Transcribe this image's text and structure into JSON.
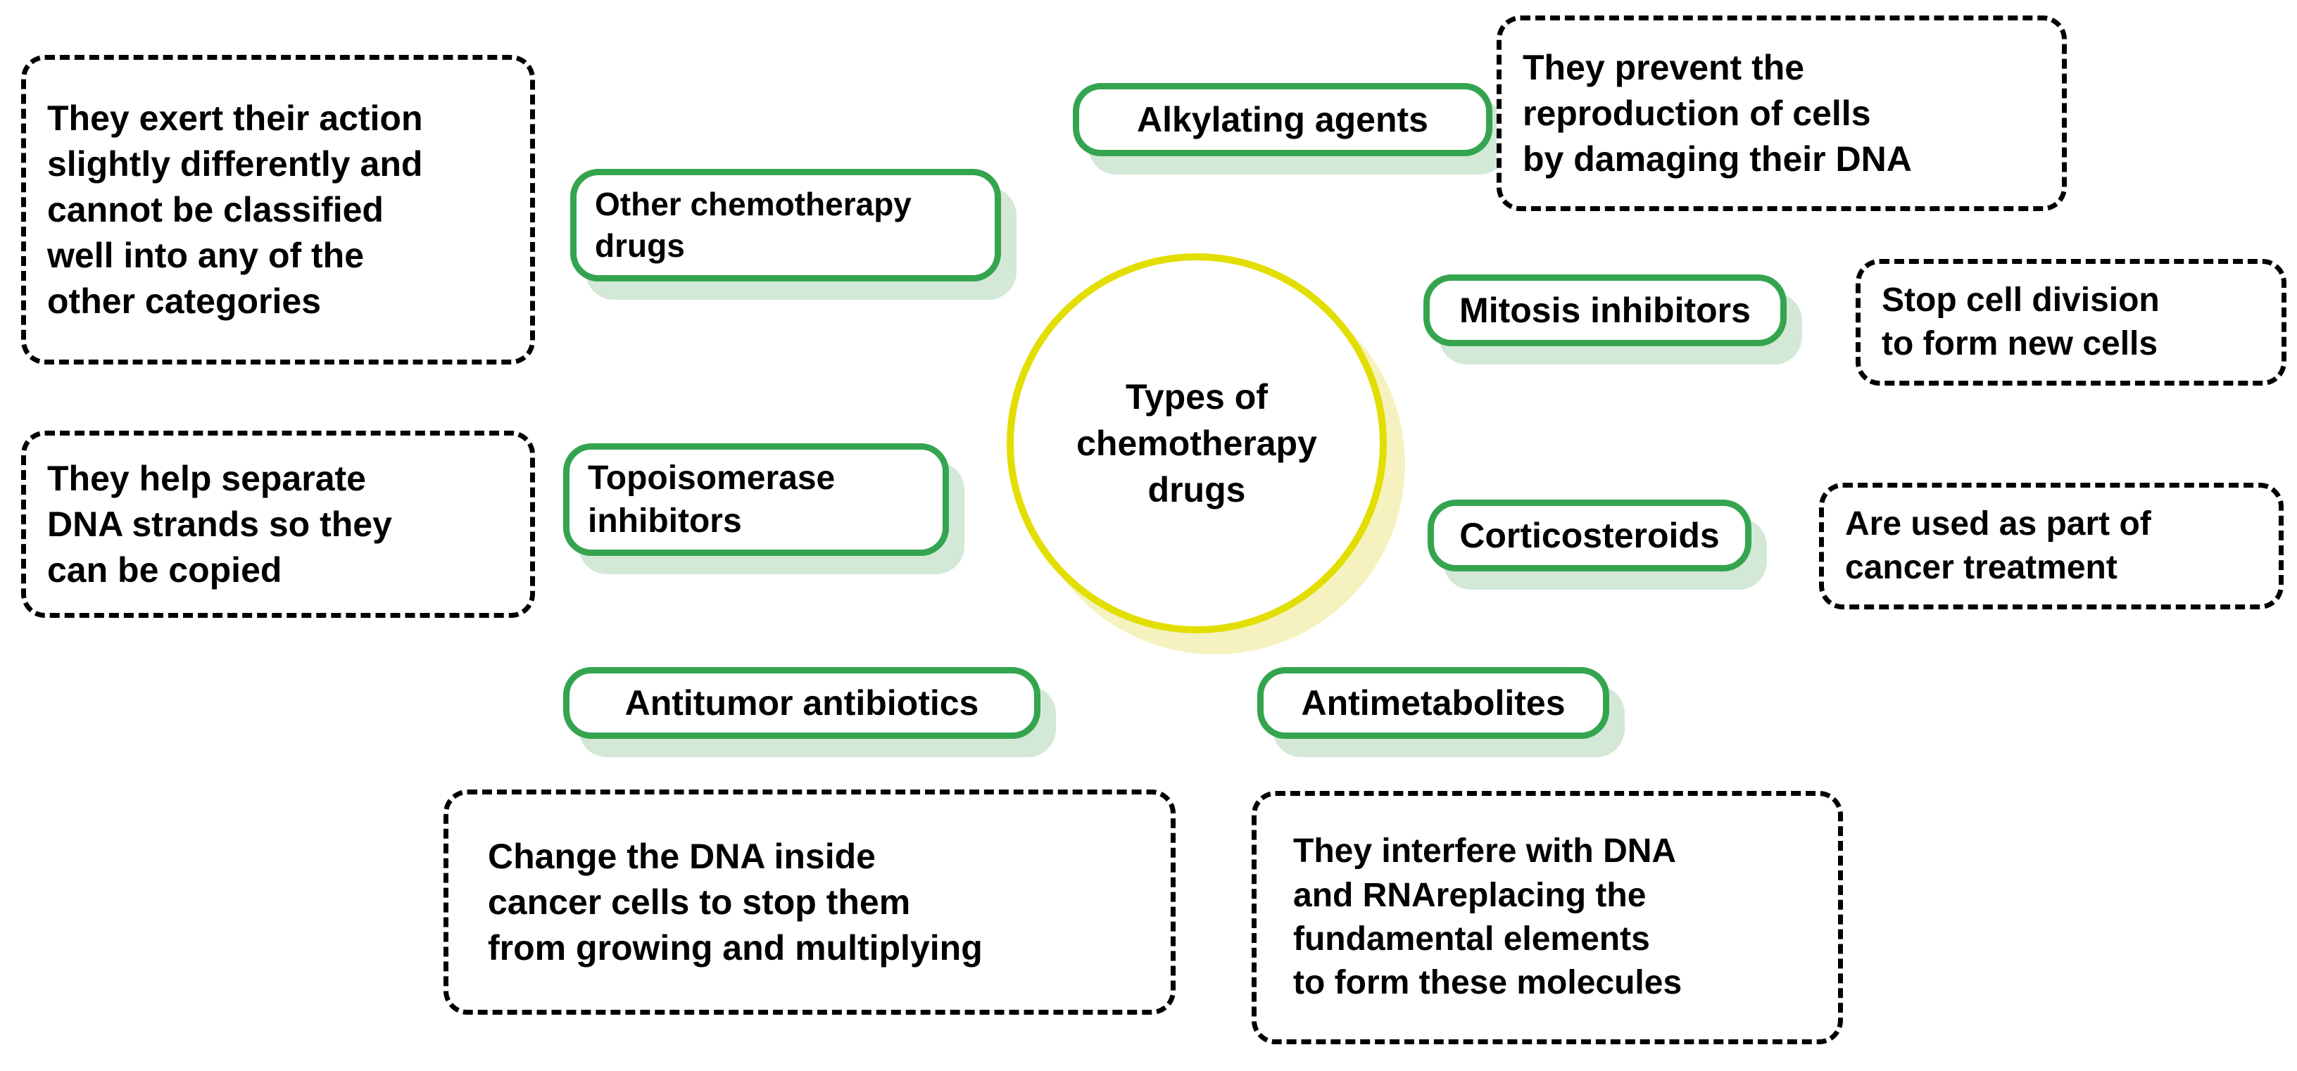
{
  "diagram": {
    "title": "Types of chemotherapy drugs",
    "center": {
      "label": "Types of\nchemotherapy\ndrugs",
      "line1": "Types of",
      "line2": "chemotherapy",
      "line3": "drugs"
    },
    "colors": {
      "node_border_green": "#35a44f",
      "node_shadow_green": "#d3e8d7",
      "center_border_yellow": "#e2de00",
      "center_shadow_yellow": "#f6f2bf",
      "callout_border": "#000000",
      "background": "#ffffff",
      "text": "#000000"
    },
    "branches": [
      {
        "id": "other-chemotherapy-drugs",
        "label": "Other chemotherapy drugs",
        "description": "They exert their action slightly differently and cannot be classified well into any of the other categories",
        "side": "left"
      },
      {
        "id": "topoisomerase-inhibitors",
        "label": "Topoisomerase inhibitors",
        "description": "They help separate  DNA strands so they can be copied",
        "side": "left"
      },
      {
        "id": "alkylating-agents",
        "label": "Alkylating agents",
        "description": "They prevent the reproduction of cells by damaging their DNA",
        "side": "top-right"
      },
      {
        "id": "mitosis-inhibitors",
        "label": "Mitosis inhibitors",
        "description": "Stop cell division to form new cells",
        "side": "right"
      },
      {
        "id": "corticosteroids",
        "label": "Corticosteroids",
        "description": "Are used as part of cancer treatment",
        "side": "right"
      },
      {
        "id": "antitumor-antibiotics",
        "label": "Antitumor antibiotics",
        "description": "Change the DNA inside cancer cells to stop them from growing and multiplying",
        "side": "bottom-left"
      },
      {
        "id": "antimetabolites",
        "label": "Antimetabolites",
        "description": "They interfere with DNA and RNAreplacing the fundamental elements to form these molecules",
        "side": "bottom-right"
      }
    ],
    "callout_lines": {
      "other_chemotherapy_drugs": [
        "They exert their action",
        "slightly differently and",
        "cannot be classified",
        "well into any of the",
        "other categories"
      ],
      "topoisomerase_inhibitors": [
        "They help separate",
        " DNA strands so they",
        "can be copied"
      ],
      "alkylating_agents": [
        "They prevent the",
        "reproduction of cells",
        "by damaging their DNA"
      ],
      "mitosis_inhibitors": [
        "Stop cell division",
        "to form new cells"
      ],
      "corticosteroids": [
        "Are used as part of",
        "cancer treatment"
      ],
      "antitumor_antibiotics": [
        "Change the DNA inside",
        "cancer cells to stop them",
        "from growing and multiplying"
      ],
      "antimetabolites": [
        "They interfere with DNA",
        "and RNAreplacing the",
        "fundamental elements",
        "to form these molecules"
      ]
    },
    "pill_labels": {
      "other_chemotherapy_drugs_l1": "Other chemotherapy",
      "other_chemotherapy_drugs_l2": "drugs",
      "topoisomerase_inhibitors_l1": "Topoisomerase",
      "topoisomerase_inhibitors_l2": "inhibitors",
      "alkylating_agents": "Alkylating agents",
      "mitosis_inhibitors": "Mitosis inhibitors",
      "corticosteroids": "Corticosteroids",
      "antitumor_antibiotics": "Antitumor antibiotics",
      "antimetabolites": "Antimetabolites"
    }
  }
}
